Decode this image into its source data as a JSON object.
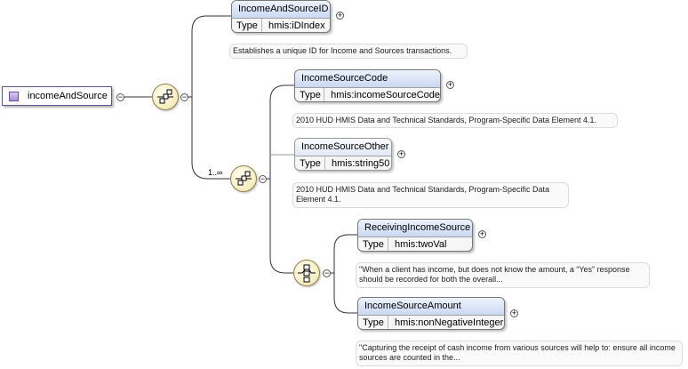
{
  "root": {
    "label": "incomeAndSource"
  },
  "elements": [
    {
      "name": "IncomeAndSourceID",
      "type_key": "Type",
      "type_value": "hmis:iDIndex",
      "doc": "Establishes a unique ID for Income and Sources transactions."
    },
    {
      "name": "IncomeSourceCode",
      "type_key": "Type",
      "type_value": "hmis:incomeSourceCode",
      "doc": "2010 HUD HMIS Data and Technical Standards, Program-Specific Data Element 4.1."
    },
    {
      "name": "IncomeSourceOther",
      "type_key": "Type",
      "type_value": "hmis:string50",
      "doc": "2010 HUD HMIS Data and Technical Standards, Program-Specific Data Element 4.1."
    },
    {
      "name": "ReceivingIncomeSource",
      "type_key": "Type",
      "type_value": "hmis:twoVal",
      "doc": "\"When a client has income, but does not know the amount, a “Yes” response should be recorded for both the overall..."
    },
    {
      "name": "IncomeSourceAmount",
      "type_key": "Type",
      "type_value": "hmis:nonNegativeInteger",
      "doc": "\"Capturing the receipt of cash income from various sources will help to: ensure all income sources are counted in the..."
    }
  ],
  "cardinality": "1..∞",
  "toggles": {
    "collapse": "−",
    "expand": "+"
  },
  "icons": {
    "root": "element-icon",
    "compositor_sequence": "sequence-compositor-icon",
    "compositor_choice": "choice-compositor-icon"
  },
  "colors": {
    "header_gradient_top": "#eef3fc",
    "header_gradient_bottom": "#c9d8f2",
    "compositor_fill": "#f2e5a4",
    "root_icon": "#a890d8"
  }
}
